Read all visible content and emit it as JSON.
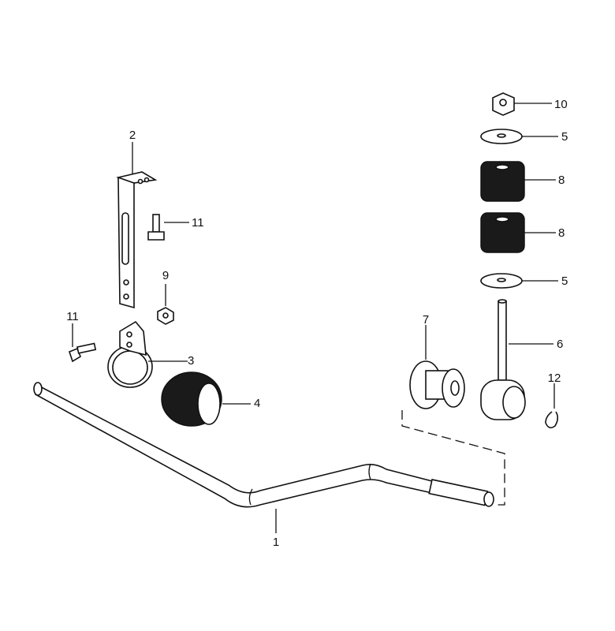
{
  "diagram": {
    "callouts": [
      {
        "id": "c1",
        "label": "1"
      },
      {
        "id": "c2",
        "label": "2"
      },
      {
        "id": "c3",
        "label": "3"
      },
      {
        "id": "c4",
        "label": "4"
      },
      {
        "id": "c5a",
        "label": "5"
      },
      {
        "id": "c5b",
        "label": "5"
      },
      {
        "id": "c6",
        "label": "6"
      },
      {
        "id": "c7",
        "label": "7"
      },
      {
        "id": "c8a",
        "label": "8"
      },
      {
        "id": "c8b",
        "label": "8"
      },
      {
        "id": "c9",
        "label": "9"
      },
      {
        "id": "c10",
        "label": "10"
      },
      {
        "id": "c11a",
        "label": "11"
      },
      {
        "id": "c11b",
        "label": "11"
      },
      {
        "id": "c12",
        "label": "12"
      }
    ]
  }
}
